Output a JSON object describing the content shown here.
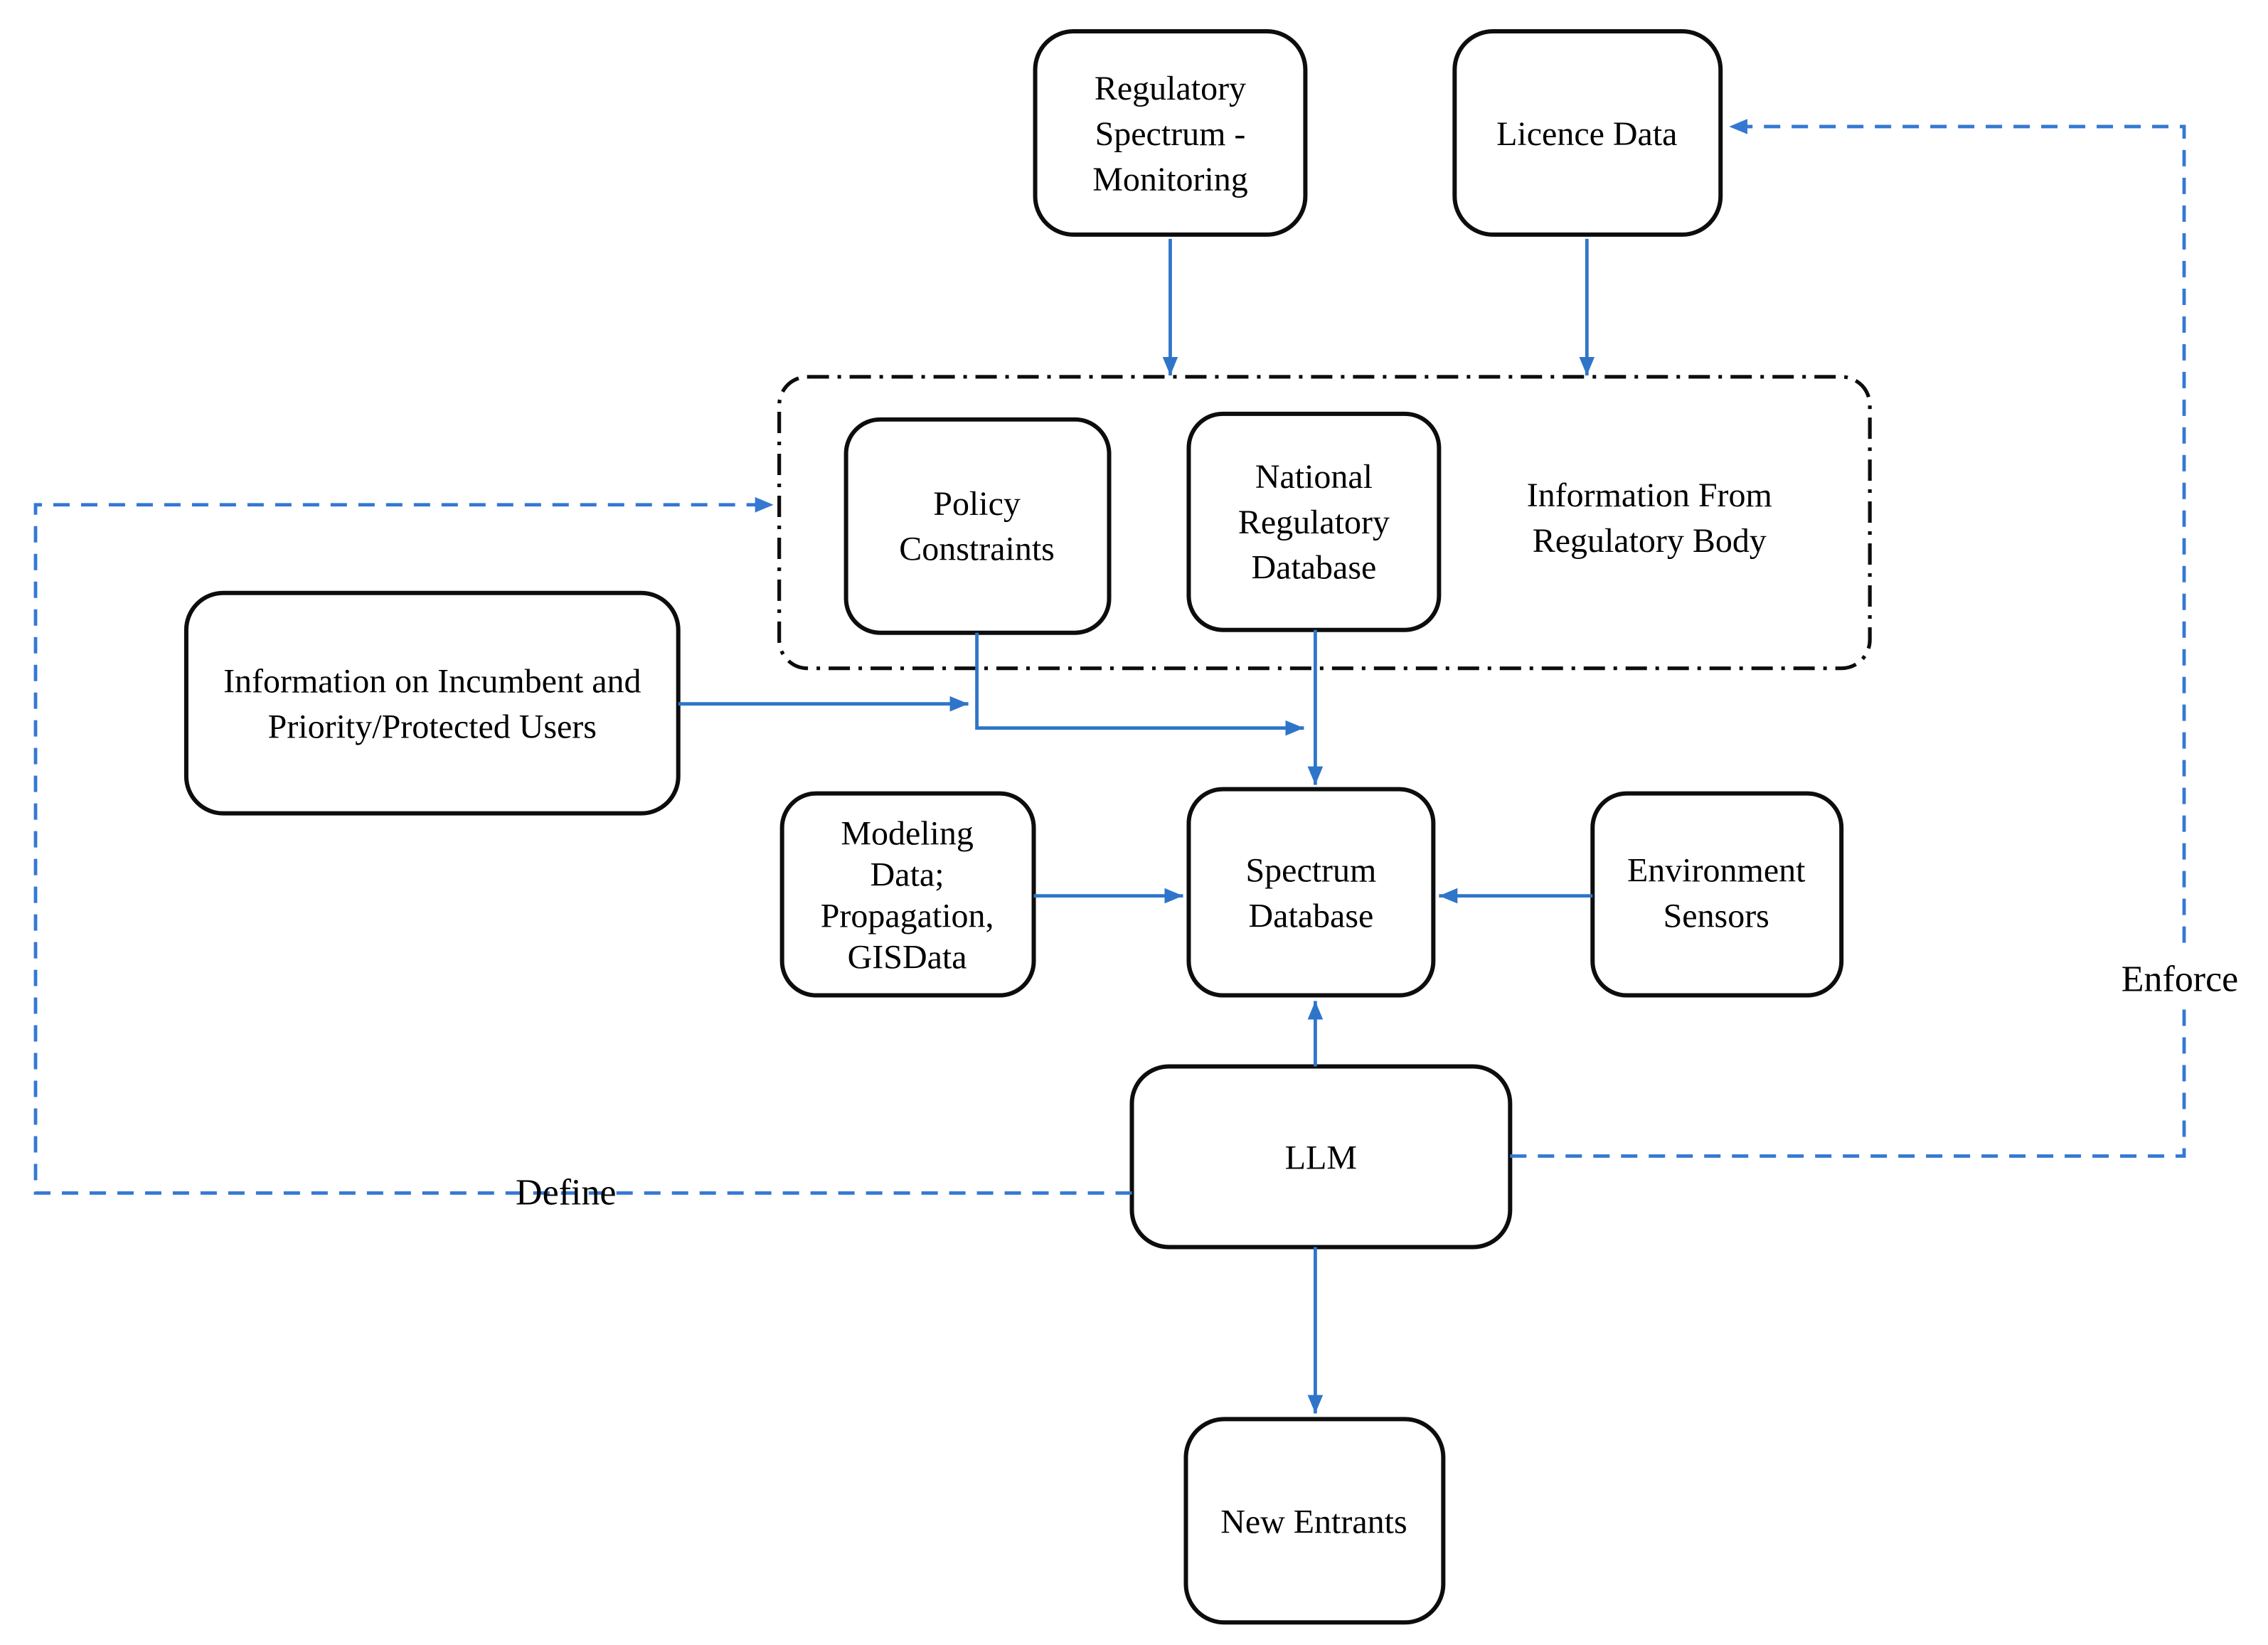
{
  "colors": {
    "solid_arrow": "#2E75C9",
    "dashed_arrow": "#3478D2",
    "box_border": "#0d0d0d",
    "box_fill": "#ffffff",
    "text": "#000000",
    "label_blue": "#2E5FC4"
  },
  "nodes": {
    "regulatory_spectrum_monitoring": {
      "lines": [
        "Regulatory",
        "Spectrum -",
        "Monitoring"
      ]
    },
    "licence_data": {
      "label": "Licence Data"
    },
    "policy_constraints": {
      "lines": [
        "Policy",
        "Constraints"
      ]
    },
    "national_regulatory_database": {
      "lines": [
        "National",
        "Regulatory",
        "Database"
      ]
    },
    "regulatory_body_group": {
      "lines": [
        "Information From",
        "Regulatory Body"
      ]
    },
    "incumbent_info": {
      "lines": [
        "Information on Incumbent and",
        "Priority/Protected Users"
      ]
    },
    "modeling_data": {
      "lines": [
        "Modeling",
        "Data;",
        "Propagation,",
        "GISData"
      ]
    },
    "spectrum_database": {
      "lines": [
        "Spectrum",
        "Database"
      ]
    },
    "environment_sensors": {
      "lines": [
        "Environment",
        "Sensors"
      ]
    },
    "llm": {
      "label": "LLM"
    },
    "new_entrants": {
      "label": "New Entrants"
    }
  },
  "edge_labels": {
    "define": "Define",
    "enforce": "Enforce"
  }
}
